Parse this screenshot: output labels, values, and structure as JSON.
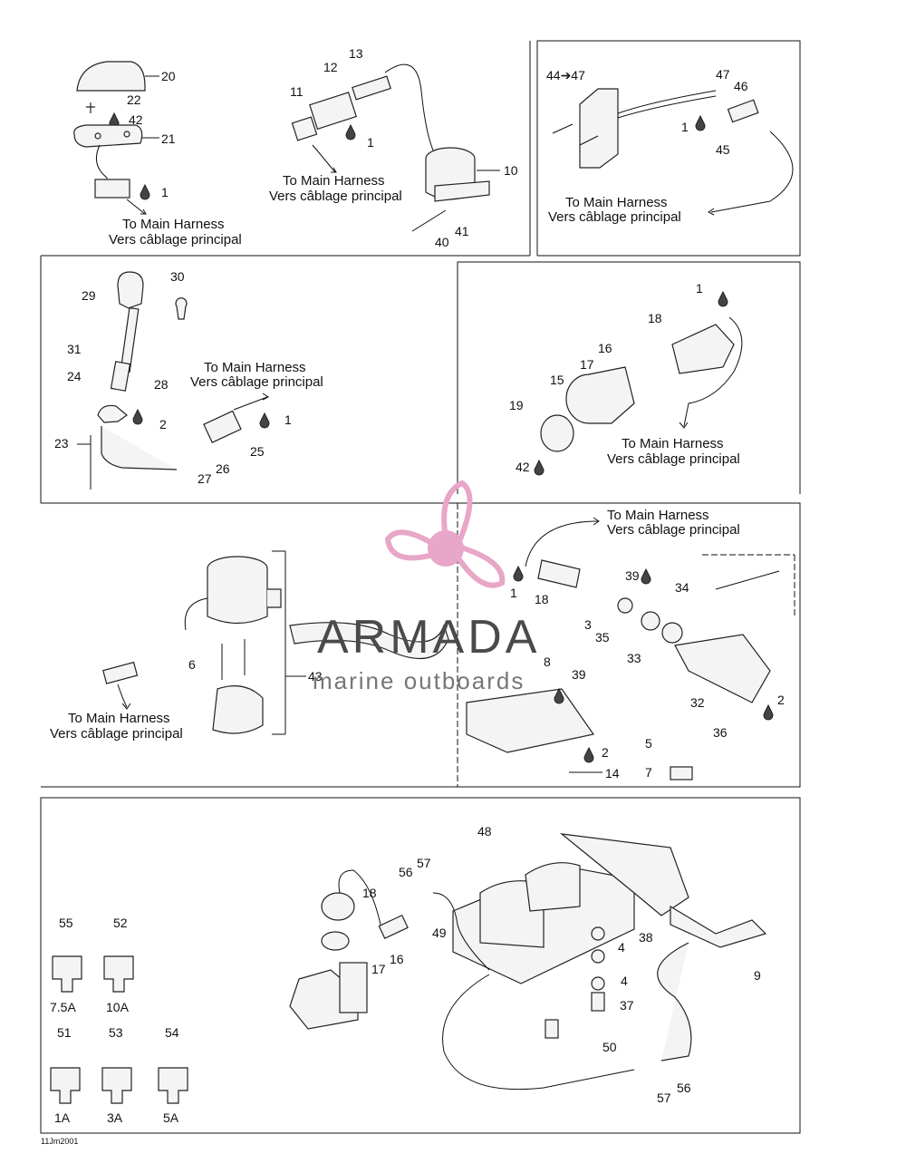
{
  "harness_label": {
    "en": "To Main Harness",
    "fr": "Vers câblage principal"
  },
  "watermark": {
    "brand": "ARMADA",
    "tagline": "marine outboards",
    "accent_color": "#e8a6c8"
  },
  "drawing_code": "11Jm2001",
  "fuses": [
    {
      "number": "55",
      "rating": "7.5A"
    },
    {
      "number": "52",
      "rating": "10A"
    },
    {
      "number": "51",
      "rating": "1A"
    },
    {
      "number": "53",
      "rating": "3A"
    },
    {
      "number": "54",
      "rating": "5A"
    }
  ],
  "callouts": {
    "p1": [
      "20",
      "22",
      "42",
      "21",
      "1"
    ],
    "p2": [
      "13",
      "12",
      "11",
      "1",
      "10",
      "41",
      "40"
    ],
    "p3": [
      "44➔47",
      "47",
      "46",
      "1",
      "45"
    ],
    "p4": [
      "30",
      "29",
      "31",
      "24",
      "28",
      "2",
      "1",
      "23",
      "25",
      "26",
      "27"
    ],
    "p5": [
      "1",
      "18",
      "16",
      "17",
      "15",
      "19",
      "42"
    ],
    "p6": [
      "6",
      "43"
    ],
    "p7": [
      "1",
      "18",
      "39",
      "34",
      "3",
      "35",
      "33",
      "8",
      "39",
      "32",
      "2",
      "36",
      "5",
      "7",
      "2",
      "14"
    ],
    "p8": [
      "48",
      "57",
      "56",
      "18",
      "49",
      "16",
      "17",
      "38",
      "4",
      "4",
      "37",
      "9",
      "50",
      "56",
      "57"
    ]
  }
}
